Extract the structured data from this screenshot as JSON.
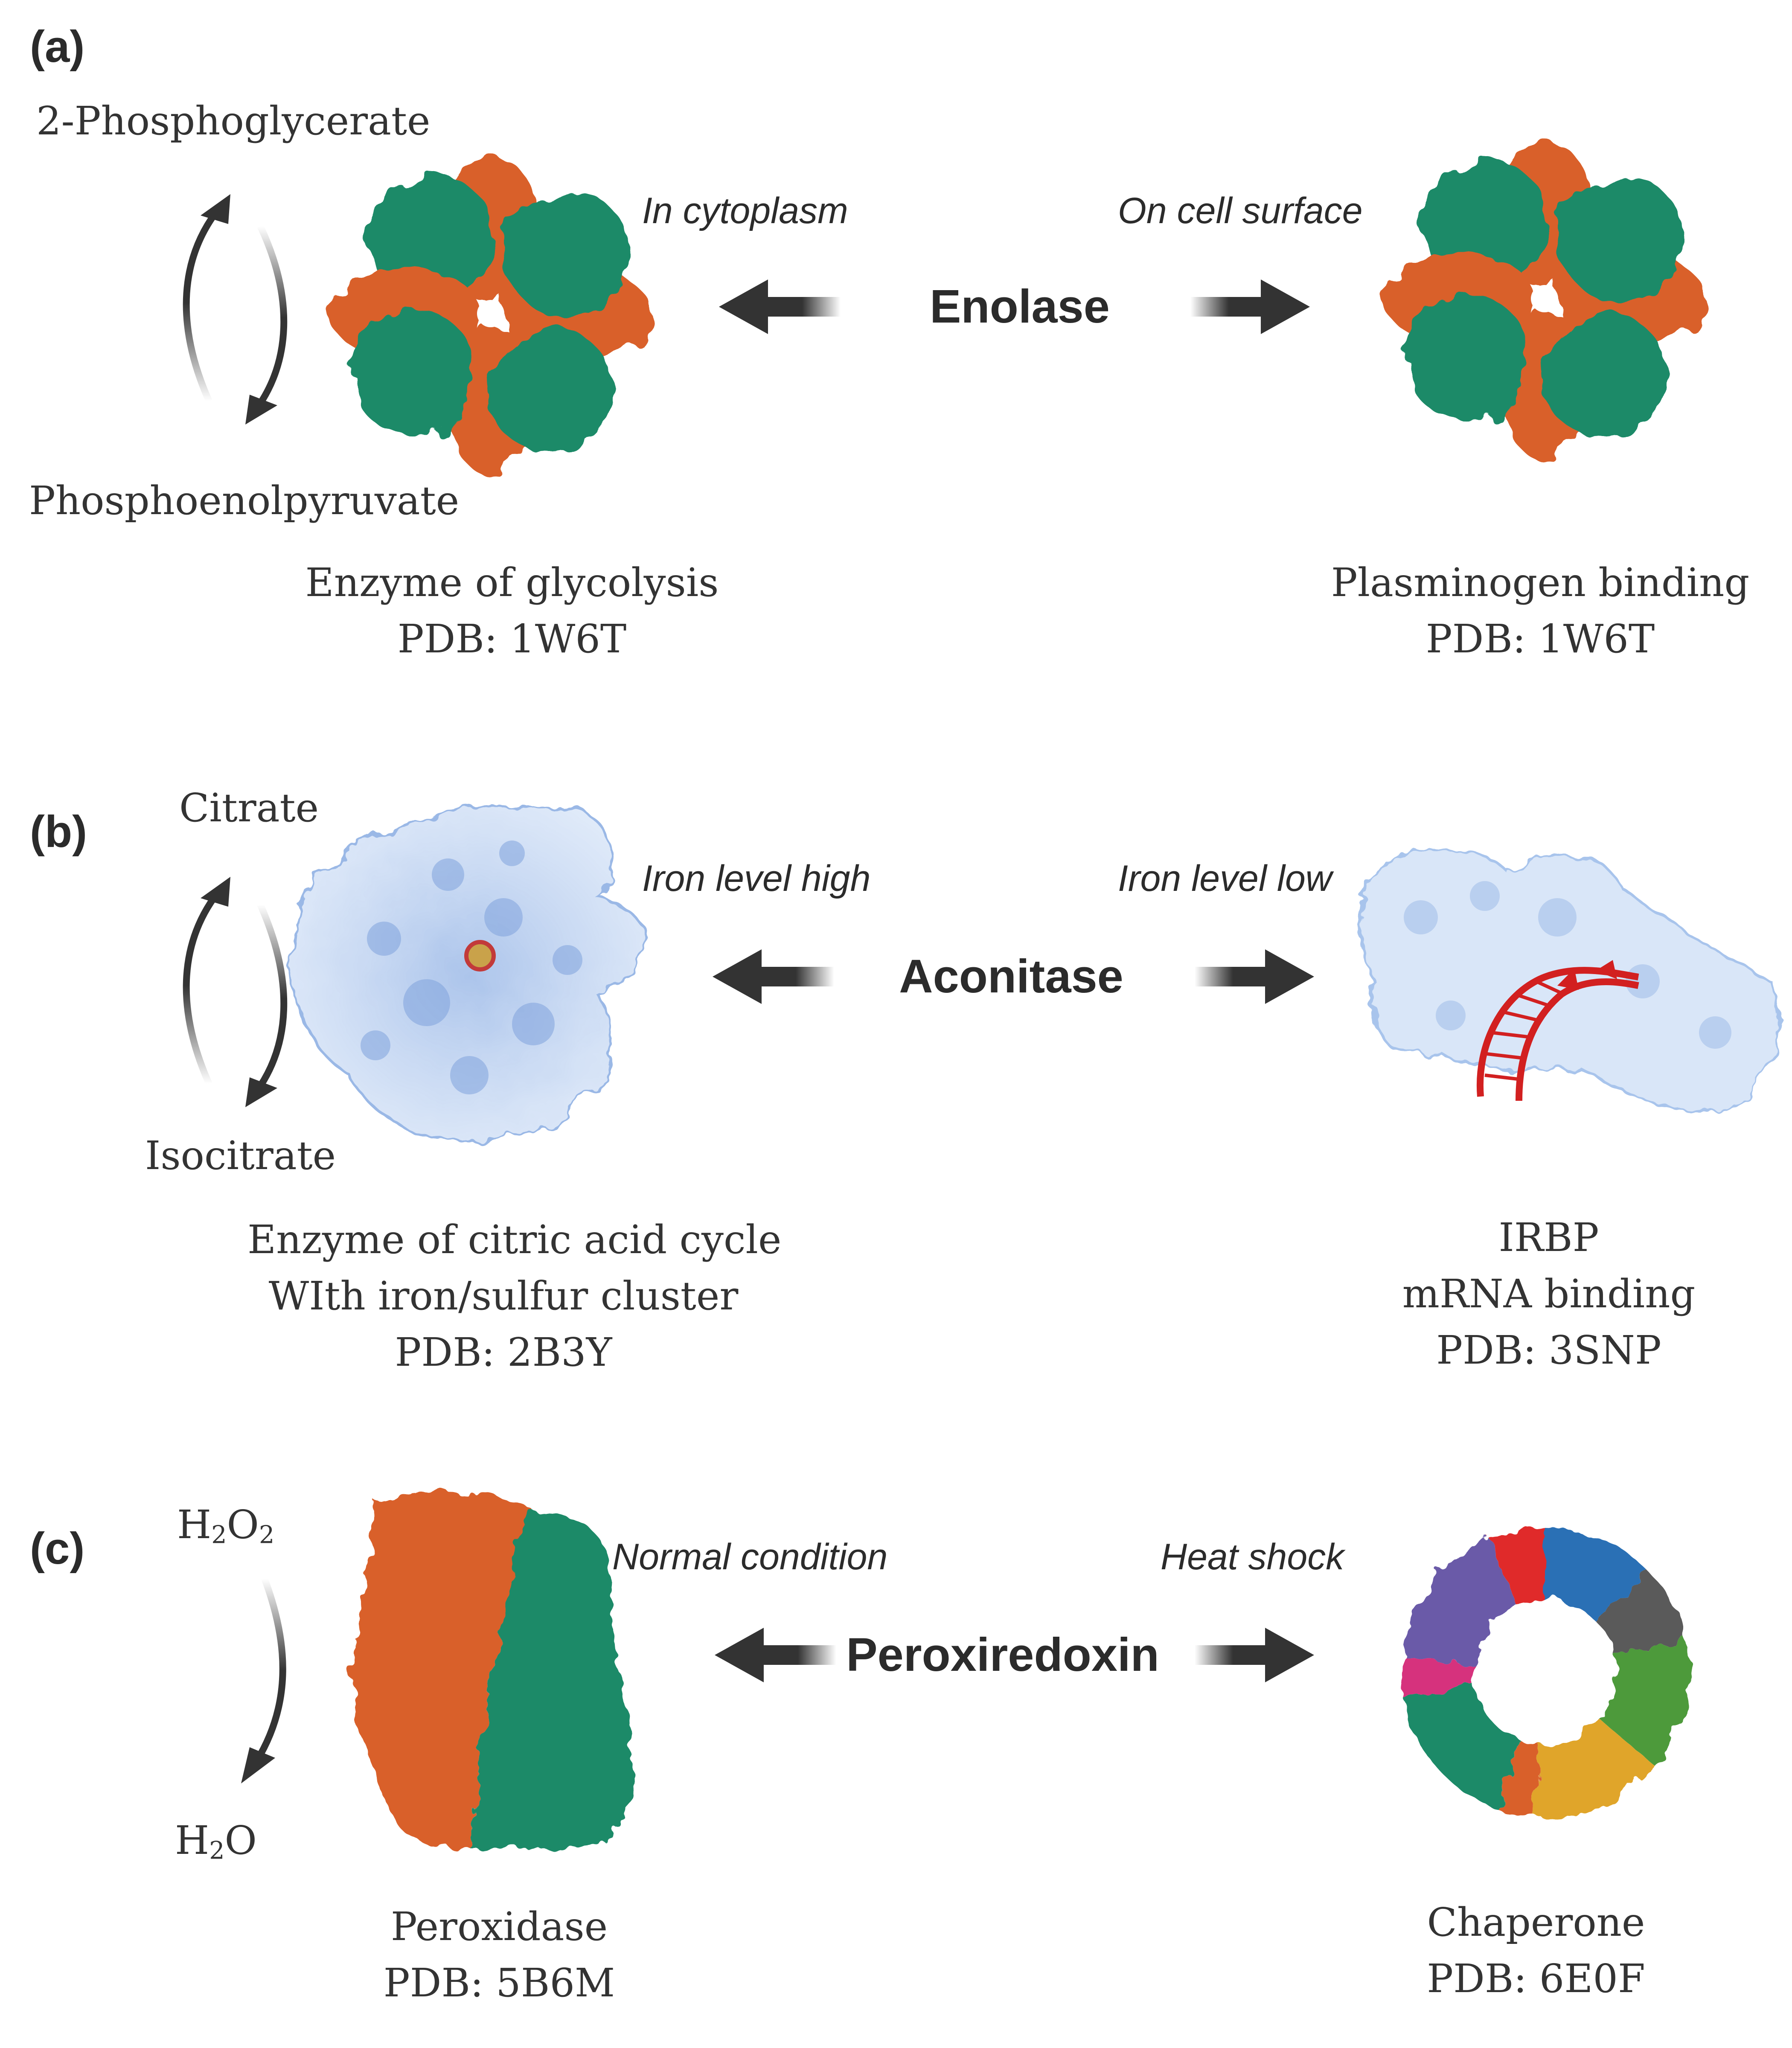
{
  "panels": [
    {
      "label": "(a)",
      "substrate_top": "2-Phosphoglycerate",
      "substrate_bottom": "Phosphoenolpyruvate",
      "center": "Enolase",
      "left_condition": "In cytoplasm",
      "right_condition": "On cell surface",
      "left_caption": [
        "Enzyme of glycolysis",
        "PDB: 1W6T"
      ],
      "right_caption": [
        "Plasminogen binding",
        "PDB: 1W6T"
      ]
    },
    {
      "label": "(b)",
      "substrate_top": "Citrate",
      "substrate_bottom": "Isocitrate",
      "center": "Aconitase",
      "left_condition": "Iron level high",
      "right_condition": "Iron level low",
      "left_caption": [
        "Enzyme of citric acid cycle",
        "WIth iron/sulfur cluster",
        "PDB: 2B3Y"
      ],
      "right_caption": [
        "IRBP",
        "mRNA binding",
        "PDB: 3SNP"
      ]
    },
    {
      "label": "(c)",
      "substrate_top_base": "H",
      "substrate_top_sub1": "2",
      "substrate_top_mid": "O",
      "substrate_top_sub2": "2",
      "substrate_bottom_base": "H",
      "substrate_bottom_sub": "2",
      "substrate_bottom_end": "O",
      "center": "Peroxiredoxin",
      "left_condition": "Normal condition",
      "right_condition": "Heat shock",
      "left_caption": [
        "Peroxidase",
        "PDB: 5B6M"
      ],
      "right_caption": [
        "Chaperone",
        "PDB: 6E0F"
      ]
    }
  ],
  "colors": {
    "enolase_green": "#1f8a68",
    "enolase_orange": "#d9612a",
    "aconitase_blue": "#a8c4ec",
    "rna_red": "#d22020",
    "arrow_dark": "#333333"
  }
}
